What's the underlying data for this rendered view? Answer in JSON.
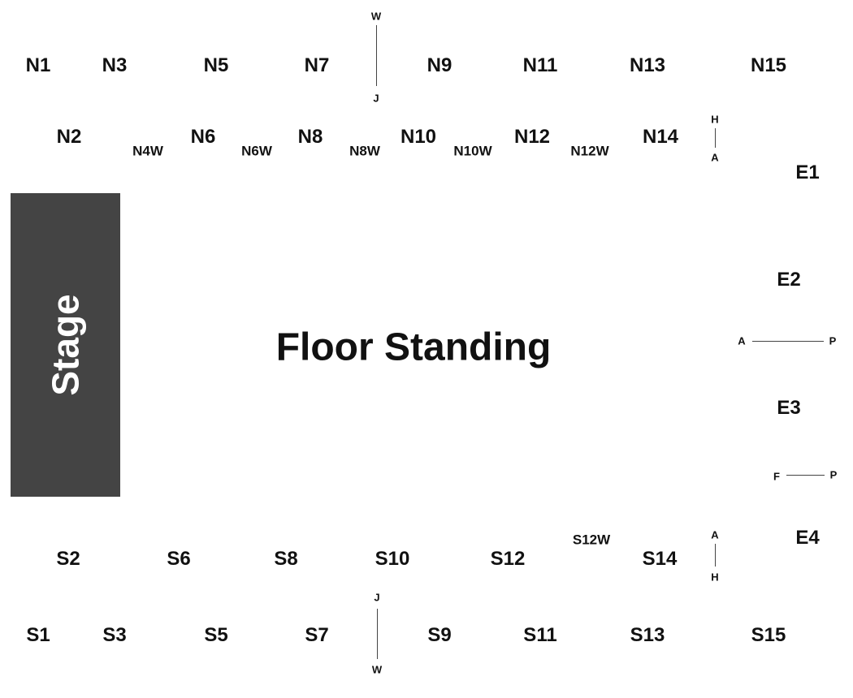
{
  "stage": {
    "label": "Stage"
  },
  "floor": {
    "label": "Floor Standing"
  },
  "north_upper": [
    "N1",
    "N3",
    "N5",
    "N7",
    "N9",
    "N11",
    "N13",
    "N15"
  ],
  "north_lower": [
    "N2",
    "N4W",
    "N6",
    "N6W",
    "N8",
    "N8W",
    "N10",
    "N10W",
    "N12",
    "N12W",
    "N14"
  ],
  "east": [
    "E1",
    "E2",
    "E3",
    "E4"
  ],
  "south_upper": [
    "S2",
    "S6",
    "S8",
    "S10",
    "S12",
    "S12W",
    "S14"
  ],
  "south_lower": [
    "S1",
    "S3",
    "S5",
    "S7",
    "S9",
    "S11",
    "S13",
    "S15"
  ],
  "row_markers": {
    "north_divider": {
      "top": "W",
      "bottom": "J"
    },
    "north_east": {
      "top": "H",
      "bottom": "A"
    },
    "east_mid": {
      "left": "A",
      "right": "P"
    },
    "east_lower": {
      "left": "F",
      "right": "P"
    },
    "south_east": {
      "top": "A",
      "bottom": "H"
    },
    "south_divider": {
      "top": "J",
      "bottom": "W"
    }
  },
  "colors": {
    "stage": "#444444",
    "text": "#111111",
    "background": "#ffffff"
  }
}
